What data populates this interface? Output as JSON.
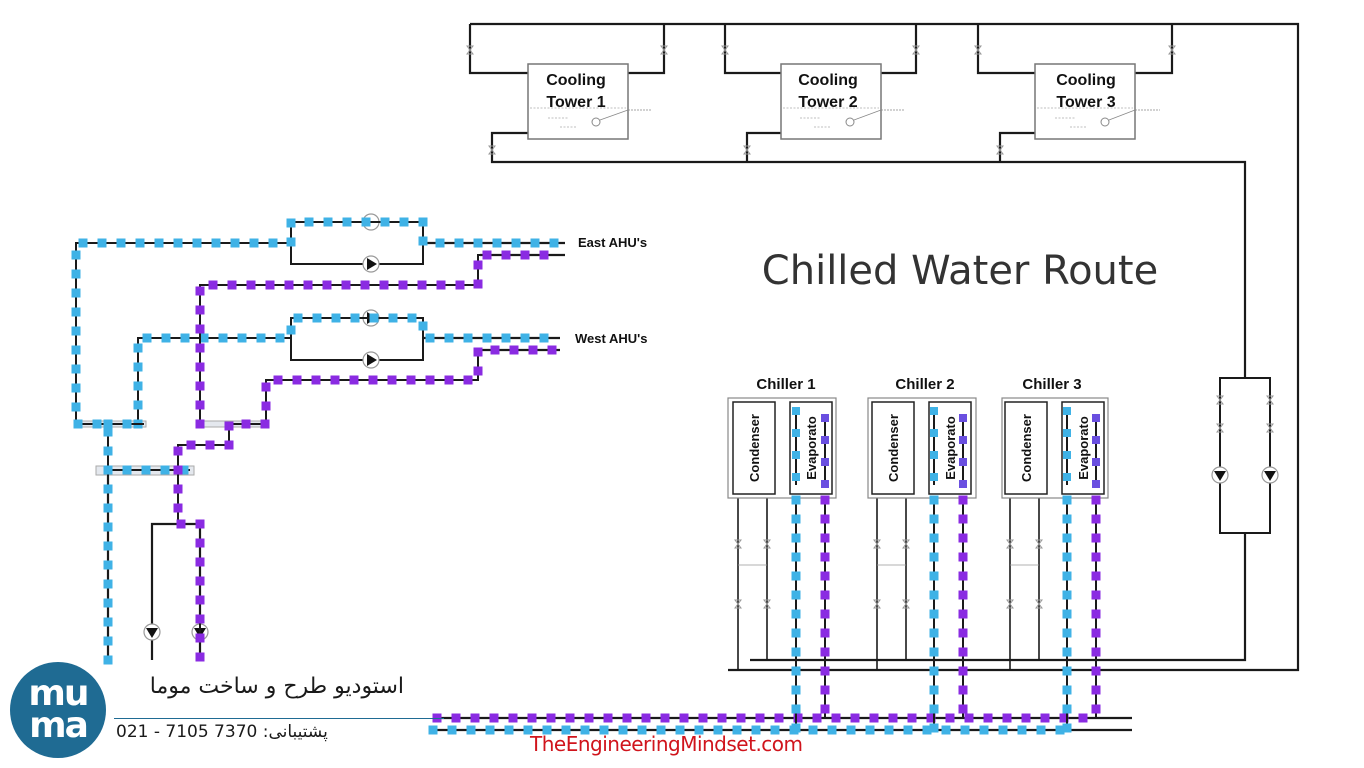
{
  "diagram": {
    "title": "Chilled Water Route",
    "cooling_towers": [
      {
        "line1": "Cooling",
        "line2": "Tower 1"
      },
      {
        "line1": "Cooling",
        "line2": "Tower 2"
      },
      {
        "line1": "Cooling",
        "line2": "Tower 3"
      }
    ],
    "chillers": [
      {
        "name": "Chiller 1",
        "condenser": "Condenser",
        "evaporator": "Evaporato"
      },
      {
        "name": "Chiller 2",
        "condenser": "Condenser",
        "evaporator": "Evaporato"
      },
      {
        "name": "Chiller 3",
        "condenser": "Condenser",
        "evaporator": "Evaporato"
      }
    ],
    "ahu_labels": {
      "east": "East AHU's",
      "west": "West AHU's"
    },
    "legend_colors": {
      "supply_chilled_water": "#3fb2e6",
      "return_chilled_water": "#8a2be2",
      "evaporator_return_marker": "#6a4fe0",
      "pipe": "#1a1a1a"
    }
  },
  "branding": {
    "logo_line1": "mu",
    "logo_line2": "ma",
    "studio_name": "استودیو طرح و ساخت موما",
    "support_label": "پشتیبانی:",
    "support_phone": "021 - 7105 7370",
    "logo_color": "#1f6b93"
  },
  "credit": {
    "site": "TheEngineeringMindset.com",
    "color": "#d0141c"
  }
}
